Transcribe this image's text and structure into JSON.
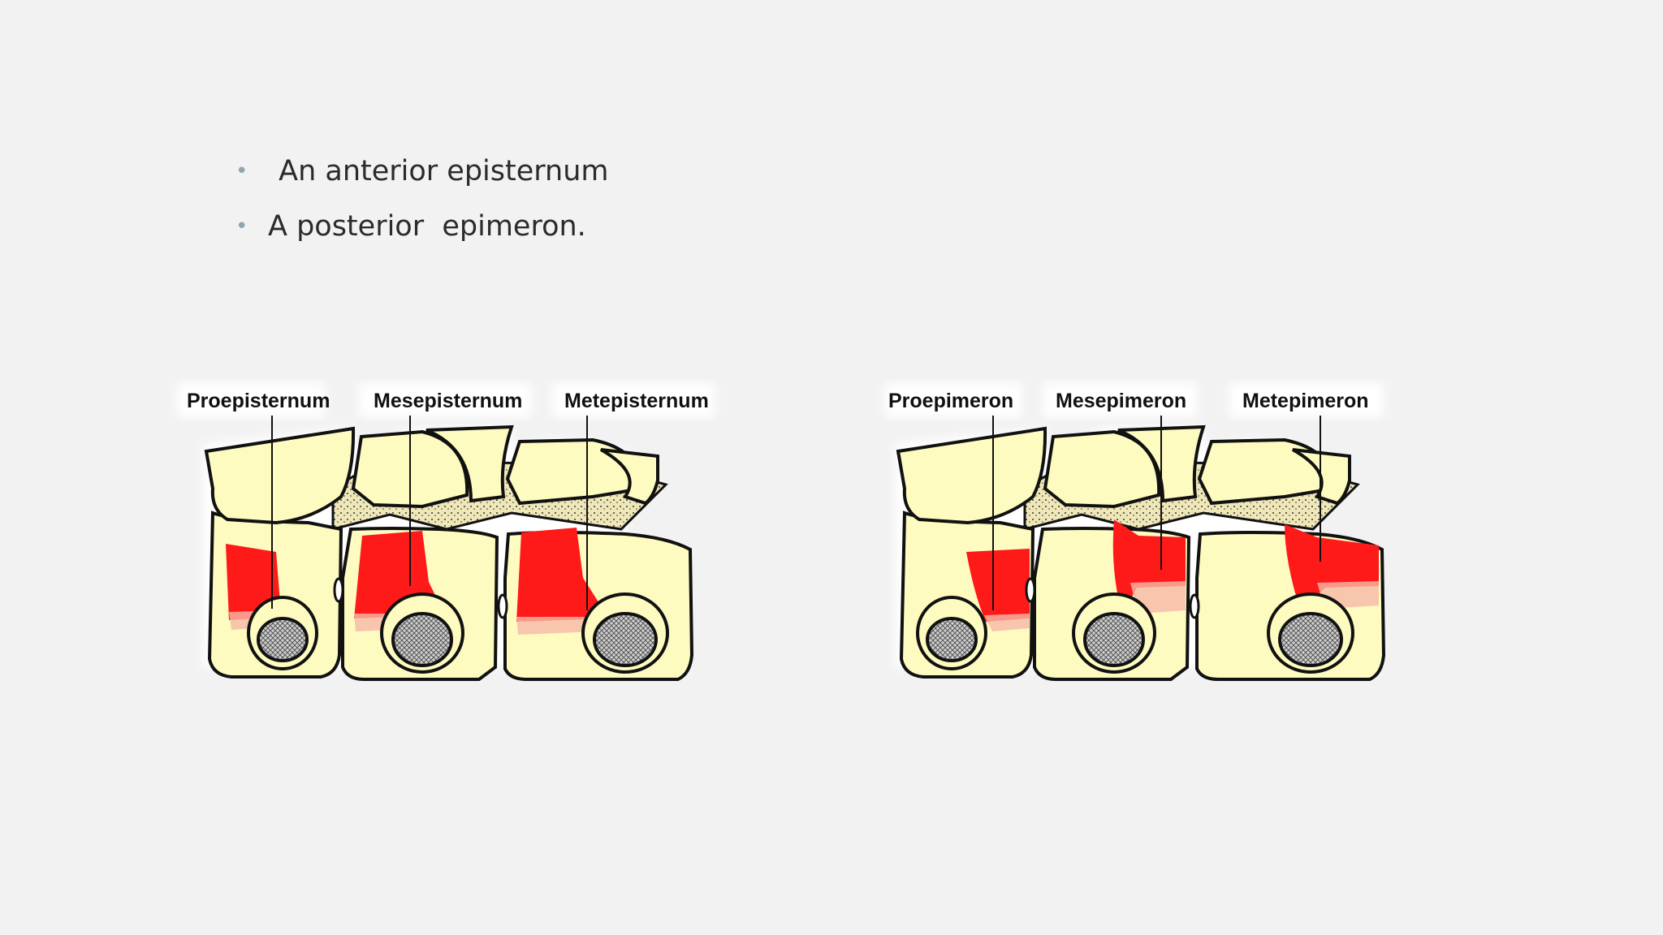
{
  "bullets": [
    {
      "text": " An anterior episternum"
    },
    {
      "text": "A posterior  epimeron."
    }
  ],
  "diagram_left": {
    "labels": [
      "Proepisternum",
      "Mesepisternum",
      "Metepisternum"
    ]
  },
  "diagram_right": {
    "labels": [
      "Proepimeron",
      "Mesepimeron",
      "Metepimeron"
    ]
  },
  "colors": {
    "plate_fill": "#fdfbbf",
    "highlight": "#ff1a1a",
    "membrane": "#efe7b8",
    "outline": "#111111",
    "background": "#f2f2f3"
  }
}
